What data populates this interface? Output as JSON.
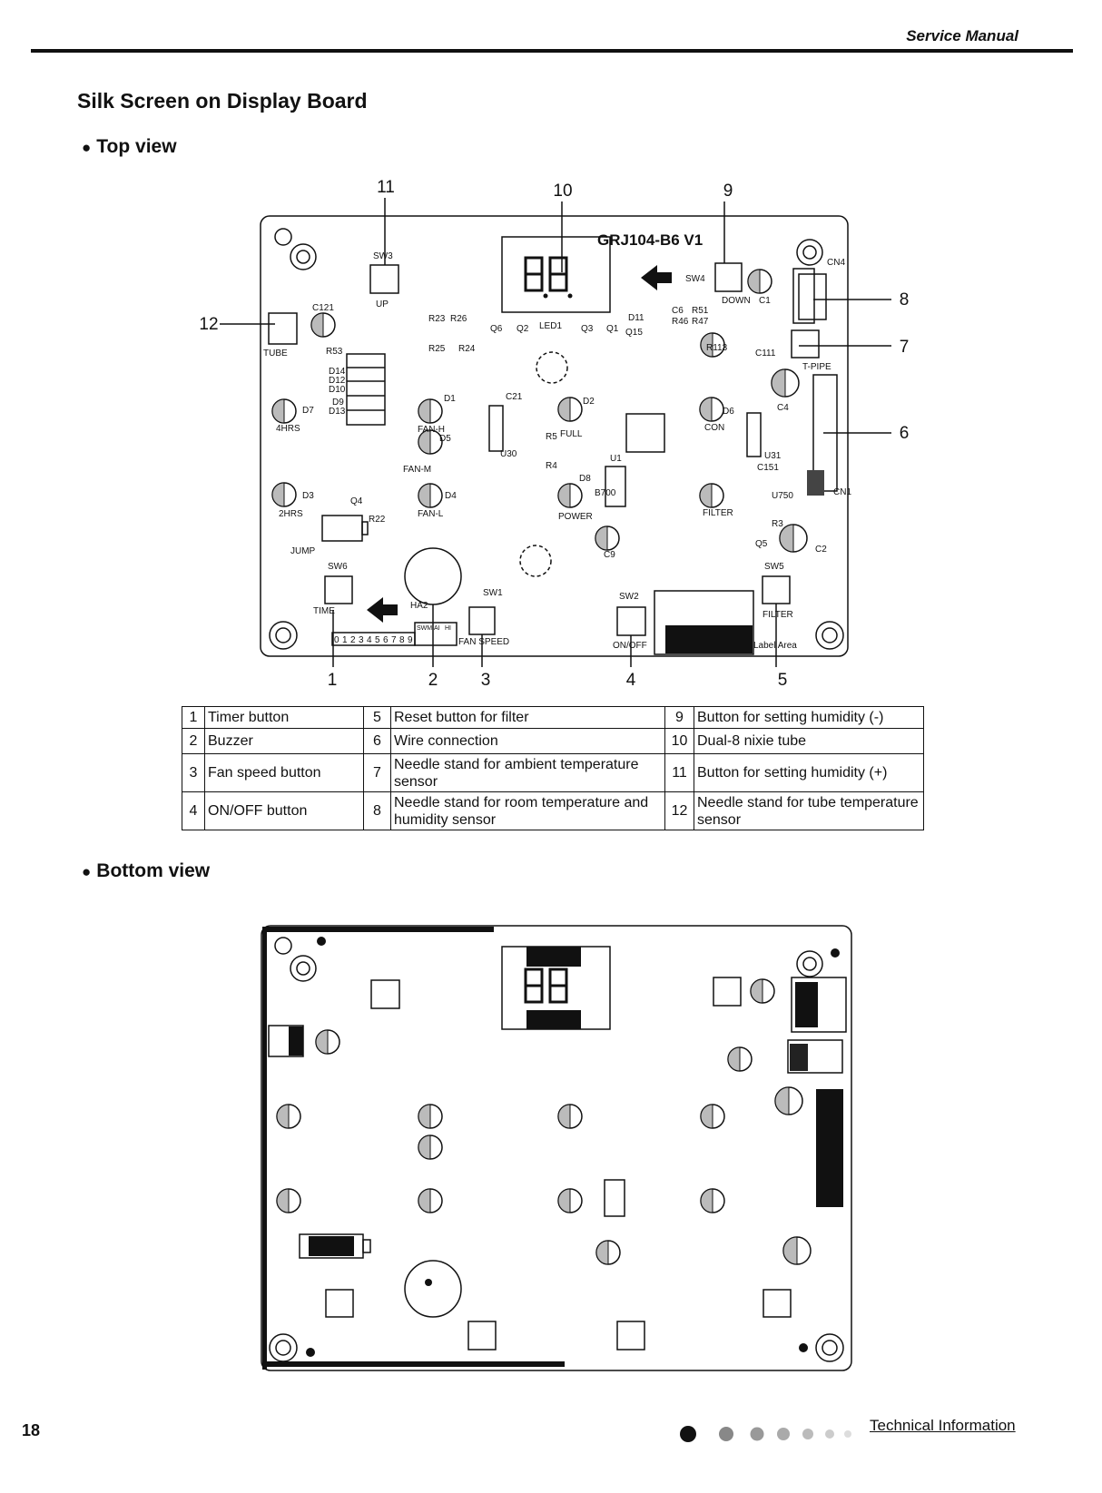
{
  "header": {
    "section": "Service Manual"
  },
  "page_title": "Silk Screen on Display Board",
  "top_view": {
    "heading": "Top view",
    "board_label": "GRJ104-B6 V1",
    "silk": {
      "sw3": "SW3",
      "up": "UP",
      "sw4": "SW4",
      "down": "DOWN",
      "c1": "C1",
      "cn4": "CN4",
      "tube": "TUBE",
      "c121": "C121",
      "r53": "R53",
      "r23": "R23",
      "r26": "R26",
      "r25": "R25",
      "r24": "R24",
      "q6": "Q6",
      "q2": "Q2",
      "led1": "LED1",
      "q3": "Q3",
      "q1": "Q1",
      "q15": "Q15",
      "d11": "D11",
      "c6": "C6",
      "r51": "R51",
      "r46": "R46",
      "r47": "R47",
      "r113": "R113",
      "c111": "C111",
      "tpipe": "T-PIPE",
      "c4": "C4",
      "d14": "D14",
      "d12": "D12",
      "d10": "D10",
      "d9": "D9",
      "d13": "D13",
      "d7": "D7",
      "hrs4": "4HRS",
      "d1": "D1",
      "fanh": "FAN-H",
      "d5": "D5",
      "fanm": "FAN-M",
      "d4": "D4",
      "fanl": "FAN-L",
      "d3": "D3",
      "hrs2": "2HRS",
      "jump": "JUMP",
      "c21": "C21",
      "u30": "U30",
      "d2": "D2",
      "full": "FULL",
      "r5": "R5",
      "r4": "R4",
      "d8": "D8",
      "b700": "B700",
      "power": "POWER",
      "u1": "U1",
      "con": "CON",
      "d6": "D6",
      "u31": "U31",
      "c151": "C151",
      "filter": "FILTER",
      "u750": "U750",
      "q5": "Q5",
      "r3": "R3",
      "c2": "C2",
      "c9": "C9",
      "cn1": "CN1",
      "r22": "R22",
      "q4": "Q4",
      "sw6": "SW6",
      "time": "TIME",
      "ha2": "HA2",
      "sw1": "SW1",
      "fanspeed": "FAN SPEED",
      "sw2": "SW2",
      "onoff": "ON/OFF",
      "sw5": "SW5",
      "filter2": "FILTER",
      "label_area": "Label Area",
      "swm": "SWM",
      "ai": "AI",
      "hi": "HI",
      "digits": [
        "0",
        "1",
        "2",
        "3",
        "4",
        "5",
        "6",
        "7",
        "8",
        "9"
      ]
    },
    "callouts": [
      "1",
      "2",
      "3",
      "4",
      "5",
      "6",
      "7",
      "8",
      "9",
      "10",
      "11",
      "12"
    ]
  },
  "legend": [
    [
      {
        "n": "1",
        "text": "Timer button"
      },
      {
        "n": "5",
        "text": "Reset button for filter"
      },
      {
        "n": "9",
        "text": "Button for setting humidity (-)"
      }
    ],
    [
      {
        "n": "2",
        "text": "Buzzer"
      },
      {
        "n": "6",
        "text": "Wire connection"
      },
      {
        "n": "10",
        "text": "Dual-8 nixie tube"
      }
    ],
    [
      {
        "n": "3",
        "text": "Fan speed button"
      },
      {
        "n": "7",
        "text": "Needle stand for ambient temperature sensor"
      },
      {
        "n": "11",
        "text": "Button for setting humidity (+)"
      }
    ],
    [
      {
        "n": "4",
        "text": "ON/OFF button"
      },
      {
        "n": "8",
        "text": "Needle stand for room temperature and humidity sensor"
      },
      {
        "n": "12",
        "text": "Needle stand for tube temperature sensor"
      }
    ]
  ],
  "bottom_view": {
    "heading": "Bottom view"
  },
  "footer": {
    "page_number": "18",
    "section_link": "Technical Information"
  }
}
